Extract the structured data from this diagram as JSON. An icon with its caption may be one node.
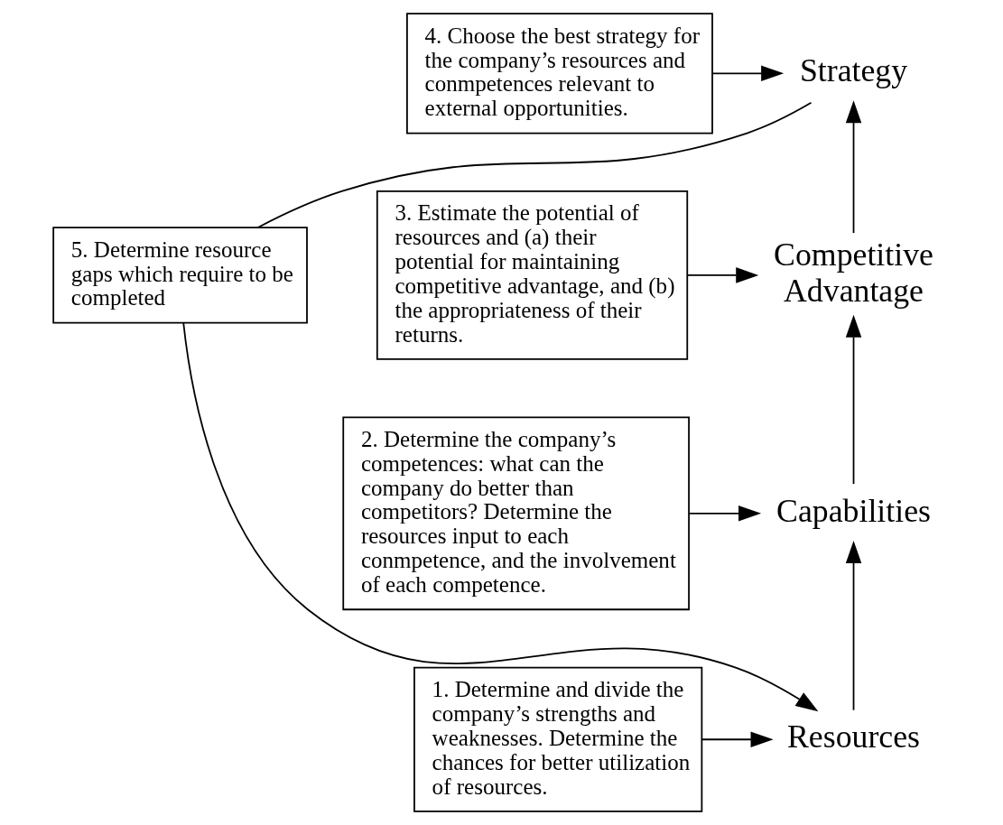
{
  "diagram": {
    "nodes": [
      {
        "text": [
          "4. Choose the best strategy for the company’s resources and conmpetences relevant to external opportunities."
        ]
      },
      {
        "text": [
          "Strategy"
        ]
      },
      {
        "text": [
          "3. Estimate the potential of resources and (a) their potential for maintaining competitive advantage, and (b) the appropriateness of their returns."
        ]
      },
      {
        "text": [
          "Competitive Advantage"
        ]
      },
      {
        "text": [
          "5. Determine resource gaps which require to be completed"
        ]
      },
      {
        "text": [
          "2. Determine the company’s competences: what can the company do better than competitors? Determine the resources input to each conmpetence, and the involvement of each competence."
        ]
      },
      {
        "text": [
          "Capabilities"
        ]
      },
      {
        "text": [
          "1. Determine and divide the company’s strengths and weaknesses. Determine the chances for better utilization of resources."
        ]
      },
      {
        "text": [
          "Resources"
        ]
      }
    ],
    "edges": [
      {
        "from": 0,
        "to": 1,
        "arrow": "to"
      },
      {
        "from": 2,
        "to": 3,
        "arrow": "to"
      },
      {
        "from": 5,
        "to": 6,
        "arrow": "to"
      },
      {
        "from": 7,
        "to": 8,
        "arrow": "to"
      },
      {
        "from": 8,
        "to": 6,
        "arrow": "to"
      },
      {
        "from": 6,
        "to": 3,
        "arrow": "to"
      },
      {
        "from": 3,
        "to": 1,
        "arrow": "to"
      },
      {
        "from": 1,
        "to": 4,
        "arrow": "none"
      },
      {
        "from": 4,
        "to": 8,
        "arrow": "to"
      }
    ]
  }
}
